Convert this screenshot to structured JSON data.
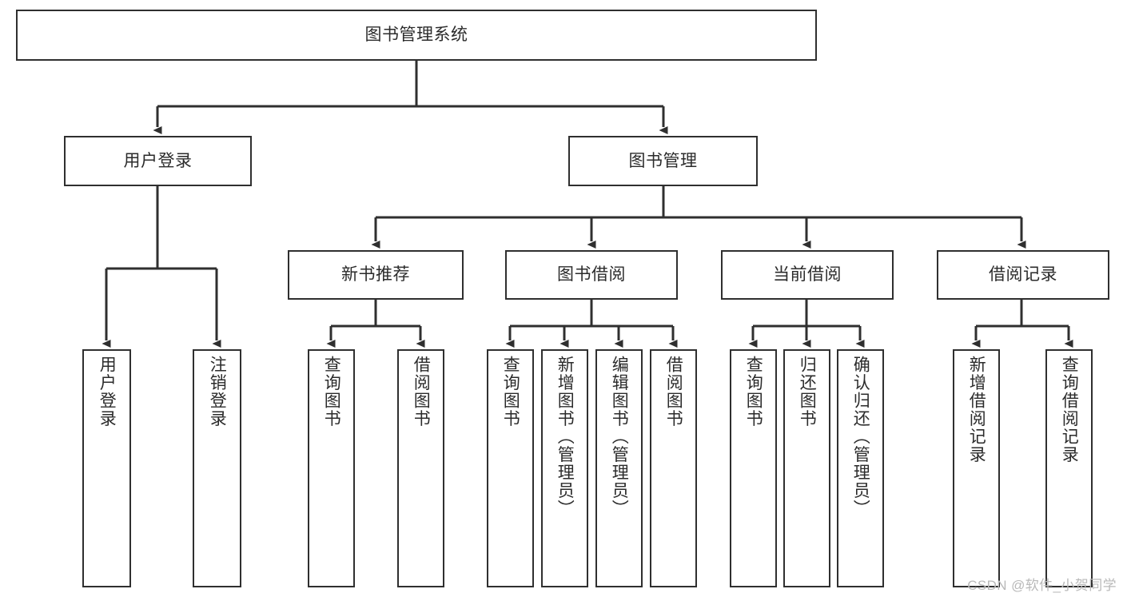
{
  "diagram": {
    "type": "tree-hierarchy",
    "title": "图书管理系统",
    "watermark": "CSDN @软件_小贺同学",
    "colors": {
      "box_border": "#2f2f2f",
      "box_fill": "#ffffff",
      "connector": "#2f2f2f",
      "text": "#2b2b2b",
      "watermark": "#b9b9b9",
      "background": "#ffffff"
    },
    "nodes": {
      "root": {
        "label": "图书管理系统",
        "level": 1,
        "orientation": "horizontal"
      },
      "user_login": {
        "label": "用户登录",
        "level": 2,
        "orientation": "horizontal"
      },
      "book_manage": {
        "label": "图书管理",
        "level": 2,
        "orientation": "horizontal"
      },
      "new_book_rec": {
        "label": "新书推荐",
        "level": 3,
        "orientation": "horizontal"
      },
      "book_borrow": {
        "label": "图书借阅",
        "level": 3,
        "orientation": "horizontal"
      },
      "current_borrow": {
        "label": "当前借阅",
        "level": 3,
        "orientation": "horizontal"
      },
      "borrow_record": {
        "label": "借阅记录",
        "level": 3,
        "orientation": "horizontal"
      },
      "leaf_user_login": {
        "label": "用户登录",
        "level": 3,
        "orientation": "vertical"
      },
      "leaf_logout": {
        "label": "注销登录",
        "level": 3,
        "orientation": "vertical"
      },
      "leaf_query_book_1": {
        "label": "查询图书",
        "level": 4,
        "orientation": "vertical"
      },
      "leaf_borrow_book_1": {
        "label": "借阅图书",
        "level": 4,
        "orientation": "vertical"
      },
      "leaf_query_book_2": {
        "label": "查询图书",
        "level": 4,
        "orientation": "vertical"
      },
      "leaf_add_book": {
        "label": "新增图书（管理员）",
        "level": 4,
        "orientation": "vertical"
      },
      "leaf_edit_book": {
        "label": "编辑图书（管理员）",
        "level": 4,
        "orientation": "vertical"
      },
      "leaf_borrow_book_2": {
        "label": "借阅图书",
        "level": 4,
        "orientation": "vertical"
      },
      "leaf_query_book_3": {
        "label": "查询图书",
        "level": 4,
        "orientation": "vertical"
      },
      "leaf_return_book": {
        "label": "归还图书",
        "level": 4,
        "orientation": "vertical"
      },
      "leaf_confirm_return": {
        "label": "确认归还（管理员）",
        "level": 4,
        "orientation": "vertical"
      },
      "leaf_add_record": {
        "label": "新增借阅记录",
        "level": 4,
        "orientation": "vertical"
      },
      "leaf_query_record": {
        "label": "查询借阅记录",
        "level": 4,
        "orientation": "vertical"
      }
    },
    "edges": [
      {
        "from": "root",
        "to": "user_login"
      },
      {
        "from": "root",
        "to": "book_manage"
      },
      {
        "from": "user_login",
        "to": "leaf_user_login"
      },
      {
        "from": "user_login",
        "to": "leaf_logout"
      },
      {
        "from": "book_manage",
        "to": "new_book_rec"
      },
      {
        "from": "book_manage",
        "to": "book_borrow"
      },
      {
        "from": "book_manage",
        "to": "current_borrow"
      },
      {
        "from": "book_manage",
        "to": "borrow_record"
      },
      {
        "from": "new_book_rec",
        "to": "leaf_query_book_1"
      },
      {
        "from": "new_book_rec",
        "to": "leaf_borrow_book_1"
      },
      {
        "from": "book_borrow",
        "to": "leaf_query_book_2"
      },
      {
        "from": "book_borrow",
        "to": "leaf_add_book"
      },
      {
        "from": "book_borrow",
        "to": "leaf_edit_book"
      },
      {
        "from": "book_borrow",
        "to": "leaf_borrow_book_2"
      },
      {
        "from": "current_borrow",
        "to": "leaf_query_book_3"
      },
      {
        "from": "current_borrow",
        "to": "leaf_return_book"
      },
      {
        "from": "current_borrow",
        "to": "leaf_confirm_return"
      },
      {
        "from": "borrow_record",
        "to": "leaf_add_record"
      },
      {
        "from": "borrow_record",
        "to": "leaf_query_record"
      }
    ]
  }
}
